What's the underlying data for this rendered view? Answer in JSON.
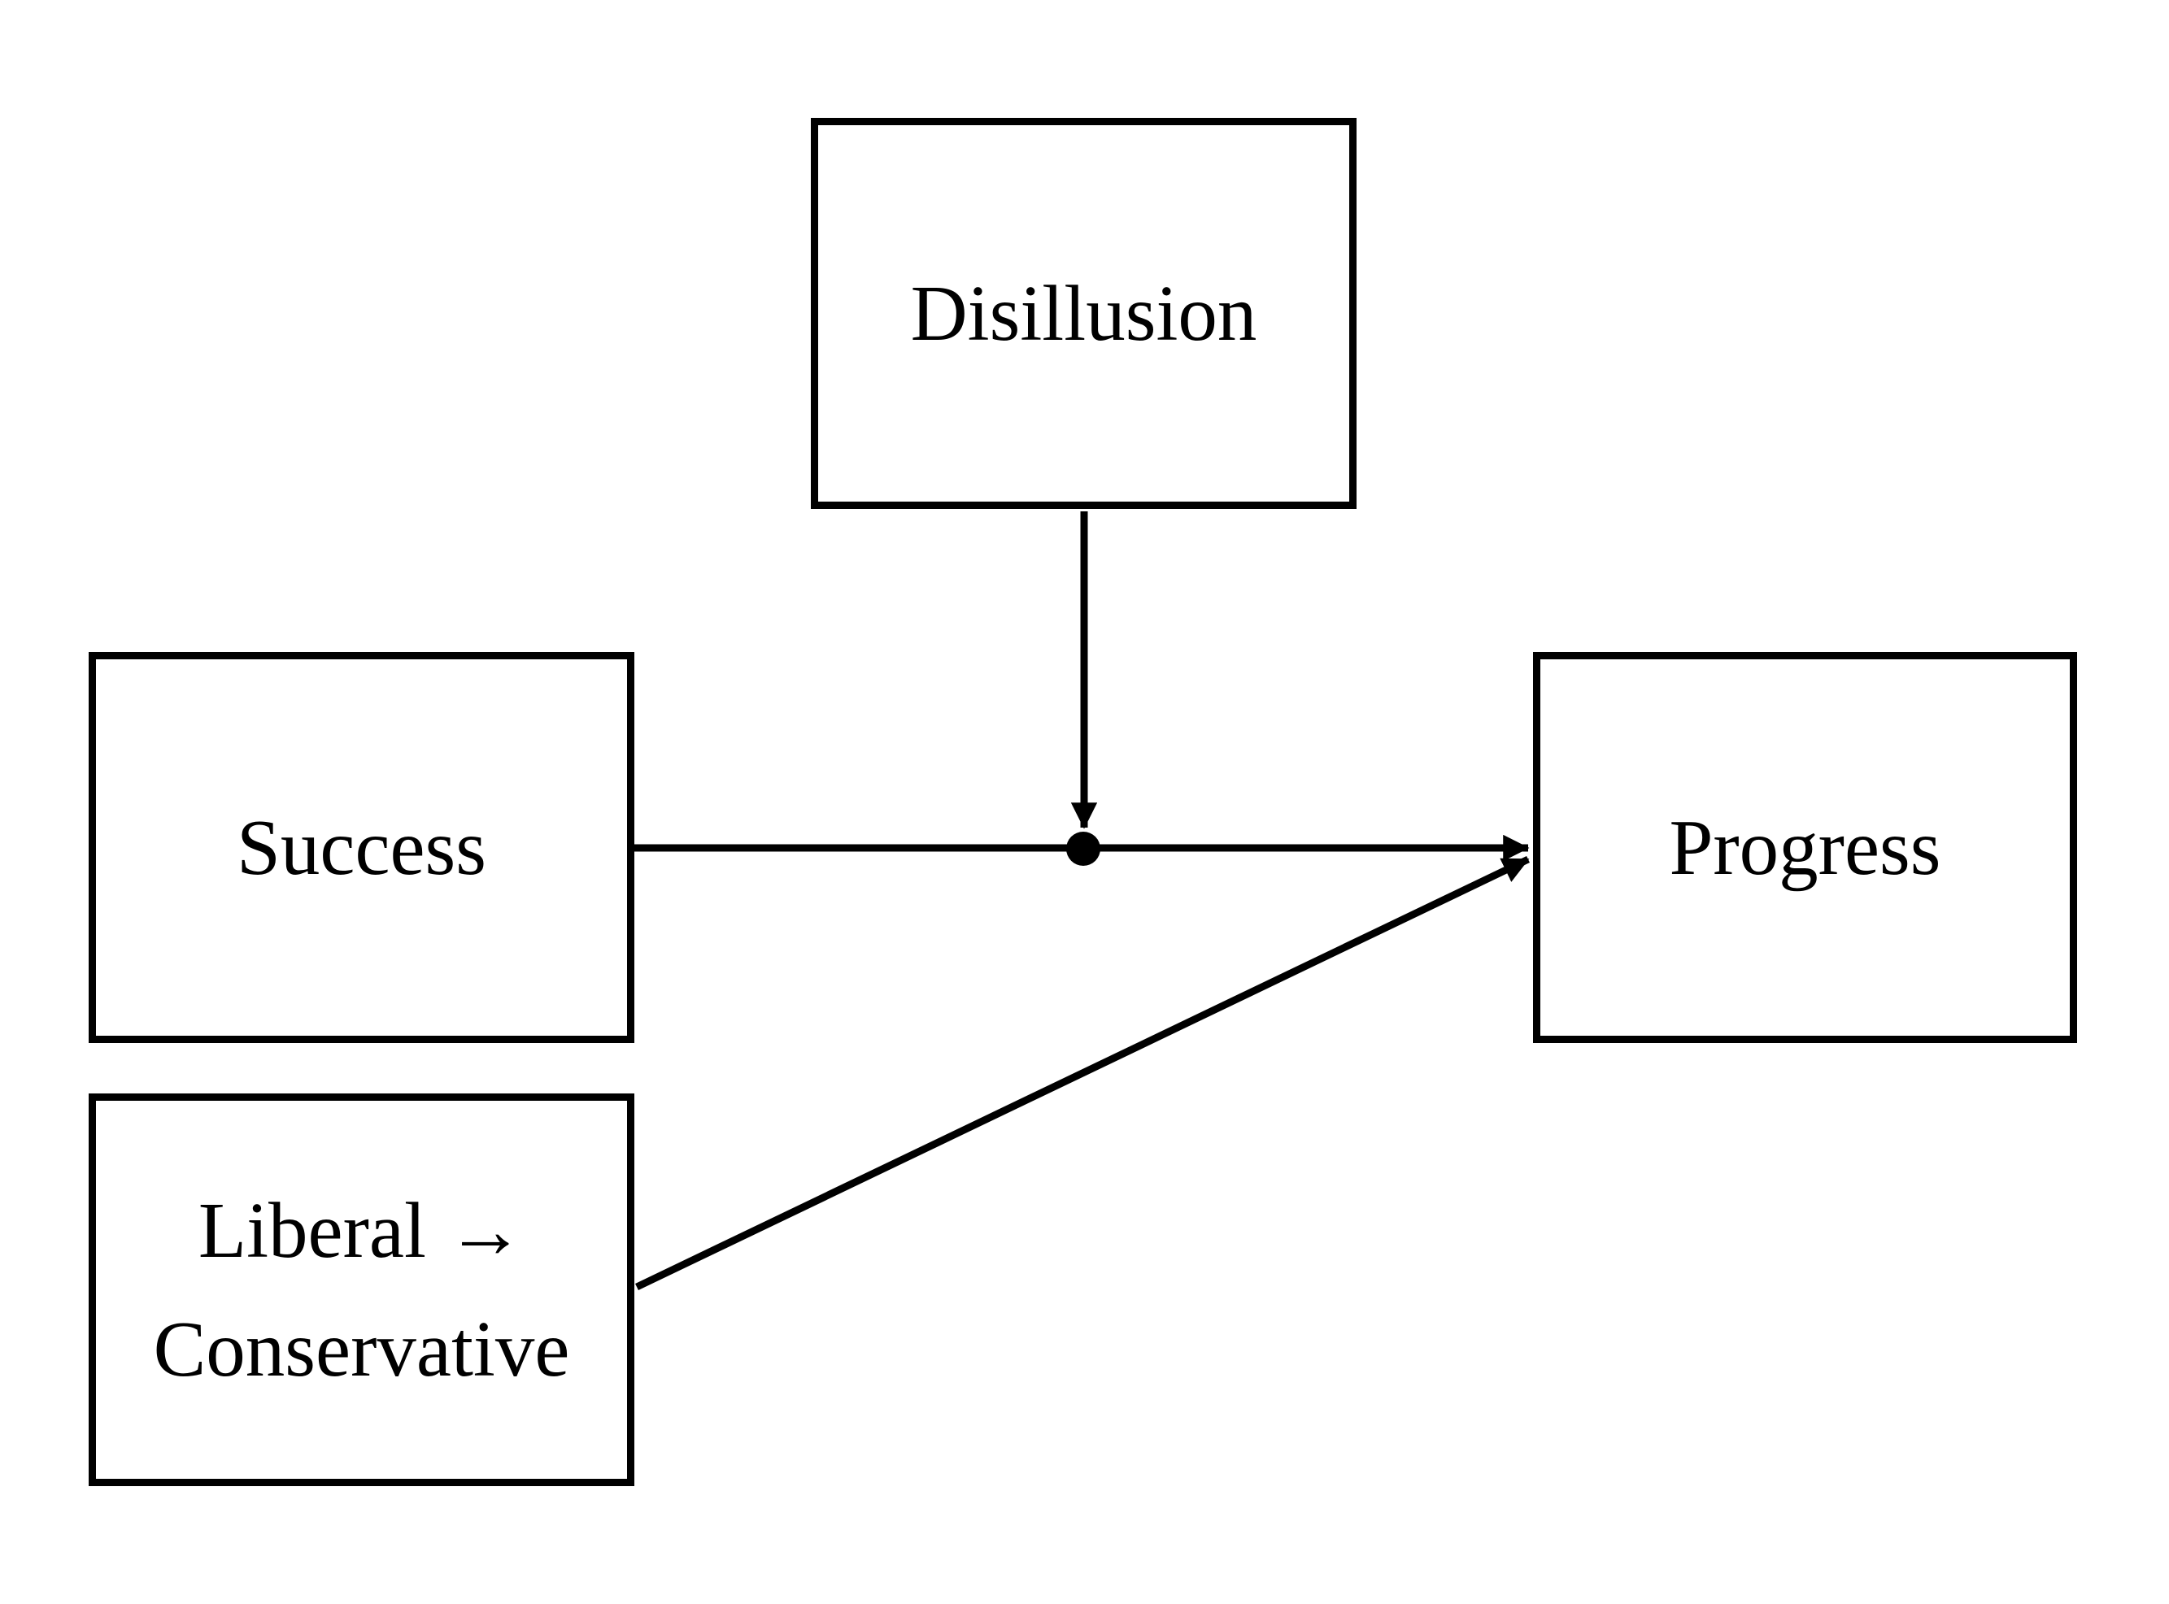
{
  "page": {
    "background_color": "#ffffff",
    "line_color": "#000000"
  },
  "diagram": {
    "type": "moderation-path-model",
    "nodes": {
      "disillusion": {
        "label": "Disillusion"
      },
      "success": {
        "label": "Success"
      },
      "progress": {
        "label": "Progress"
      },
      "liberal_conservative": {
        "lines": [
          "Liberal →",
          "Conservative"
        ]
      }
    },
    "edges": [
      {
        "from": "Success",
        "to": "Progress",
        "style": "straight arrow"
      },
      {
        "from": "Disillusion",
        "to": "Success–Progress path",
        "style": "arrow ending in filled dot on path (moderation)"
      },
      {
        "from": "Liberal → Conservative",
        "to": "Progress",
        "style": "diagonal arrow"
      }
    ]
  }
}
